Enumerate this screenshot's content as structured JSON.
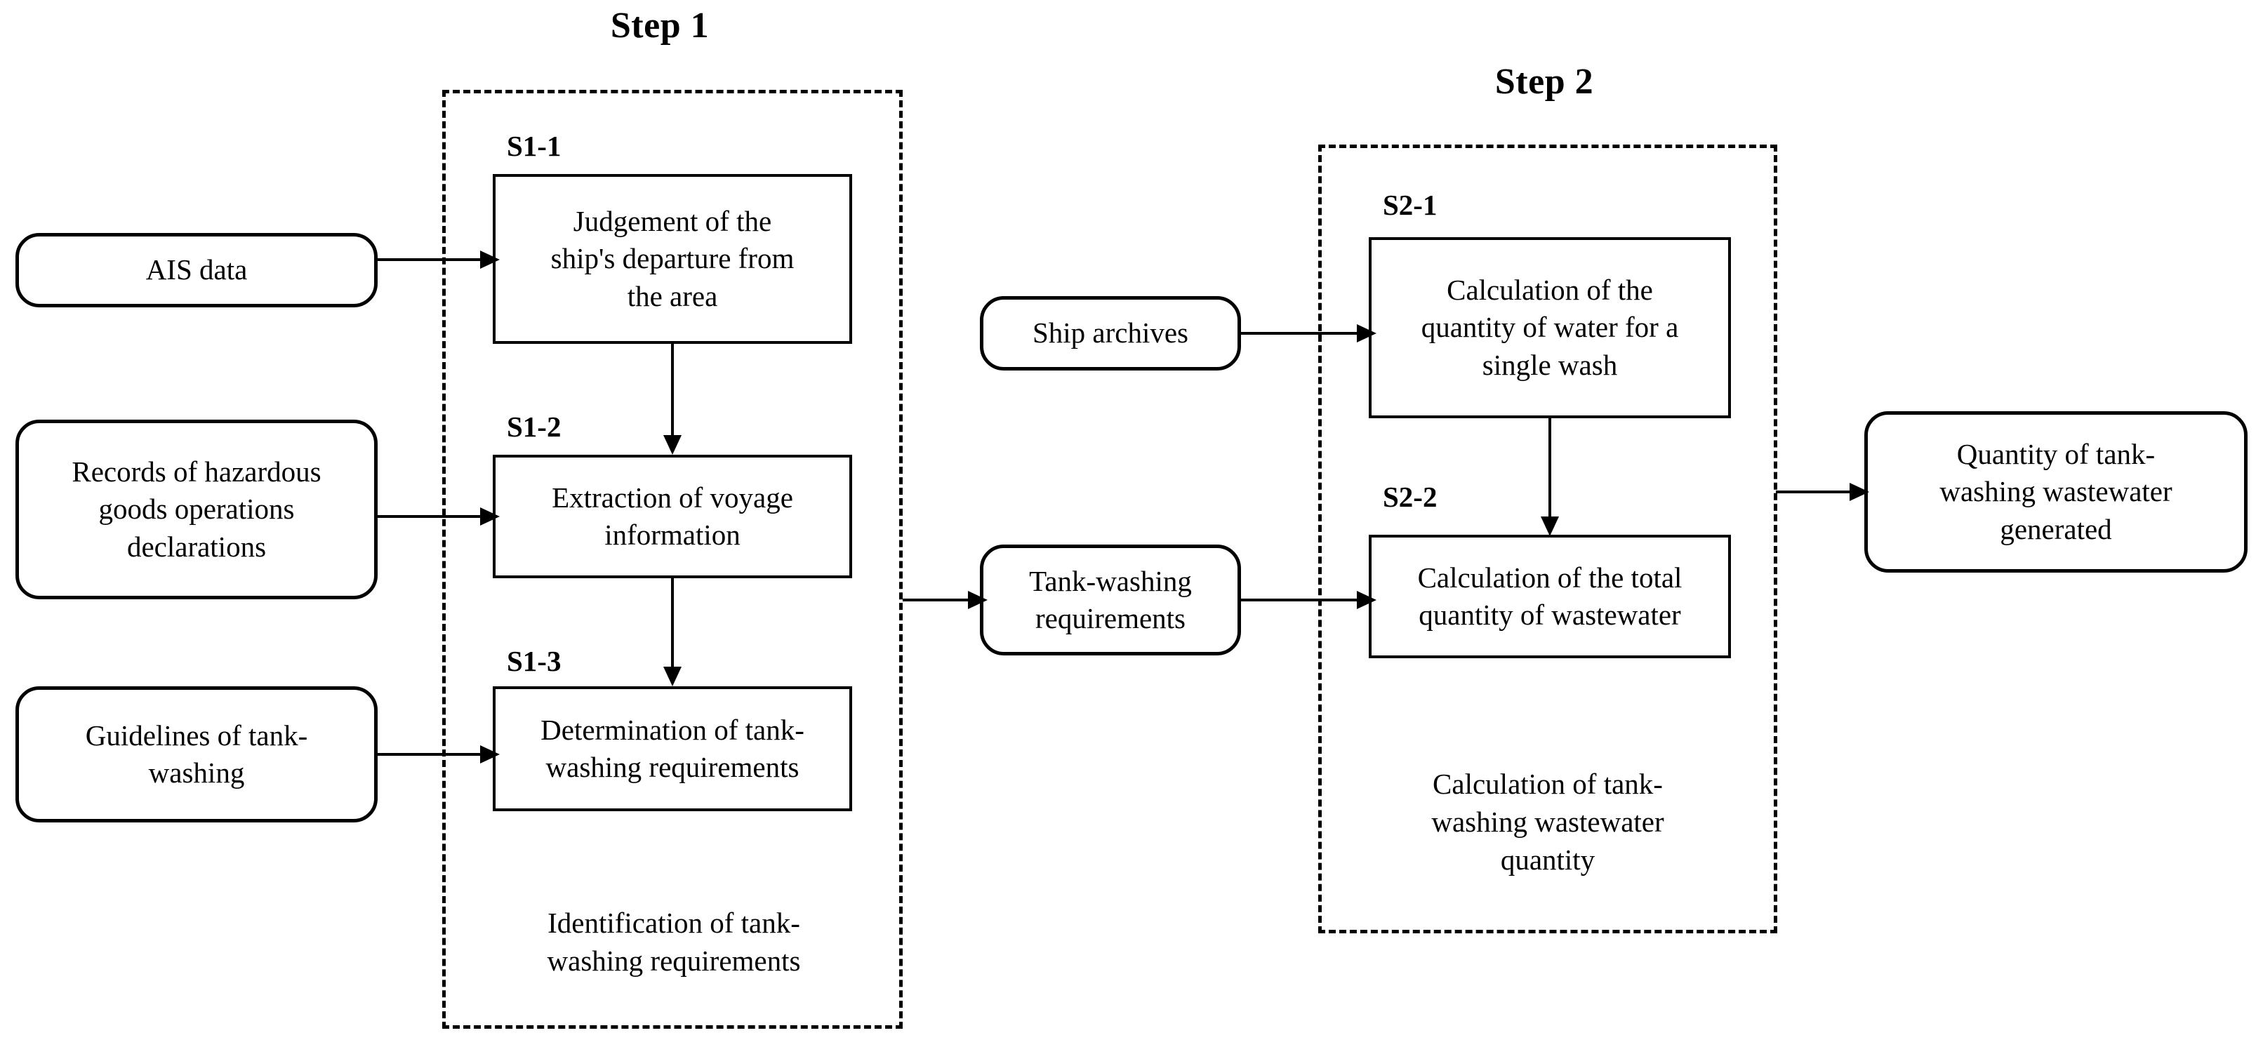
{
  "diagram": {
    "title_step1": "Step 1",
    "title_step2": "Step 2"
  },
  "groups": [
    {
      "id": "step1",
      "heading": "Step 1",
      "caption": "Identification of tank-\nwashing requirements"
    },
    {
      "id": "step2",
      "heading": "Step 2",
      "caption": "Calculation of tank-\nwashing wastewater\nquantity"
    }
  ],
  "inputs": [
    {
      "id": "ais-data",
      "label": "AIS data"
    },
    {
      "id": "hazardous-records",
      "label": "Records of hazardous\ngoods operations\ndeclarations"
    },
    {
      "id": "tank-washing-guidelines",
      "label": "Guidelines of tank-\nwashing"
    },
    {
      "id": "ship-archives",
      "label": "Ship archives"
    }
  ],
  "intermediate": {
    "id": "tank-washing-requirements",
    "label": "Tank-washing\nrequirements"
  },
  "output": {
    "id": "wastewater-quantity",
    "label": "Quantity of tank-\nwashing wastewater\ngenerated"
  },
  "steps": [
    {
      "code": "S1-1",
      "label": "Judgement of the\nship's departure from\nthe area"
    },
    {
      "code": "S1-2",
      "label": "Extraction of voyage\ninformation"
    },
    {
      "code": "S1-3",
      "label": "Determination of tank-\nwashing requirements"
    },
    {
      "code": "S2-1",
      "label": "Calculation of the\nquantity of water for a\nsingle wash"
    },
    {
      "code": "S2-2",
      "label": "Calculation of the total\nquantity of wastewater"
    }
  ],
  "colors": {
    "stroke": "#000000",
    "background": "#ffffff"
  }
}
